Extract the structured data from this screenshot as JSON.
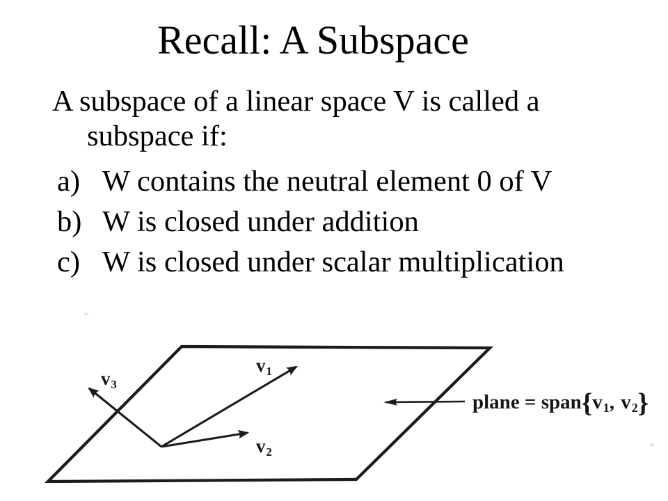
{
  "slide": {
    "title": "Recall: A Subspace",
    "body": {
      "intro_line1": "A subspace of a linear space V is called a",
      "intro_line2": "subspace if:",
      "items": [
        {
          "marker": "a)",
          "text": "W contains the neutral element 0 of V"
        },
        {
          "marker": "b)",
          "text": "W is closed under addition"
        },
        {
          "marker": "c)",
          "text": "W is closed under scalar multiplication"
        }
      ]
    },
    "figure": {
      "vectors": [
        {
          "base": "v",
          "sub": "1"
        },
        {
          "base": "v",
          "sub": "2"
        },
        {
          "base": "v",
          "sub": "3"
        }
      ],
      "plane_label": {
        "prefix": "plane = span",
        "open_brace": "{",
        "v1": {
          "base": "v",
          "sub": "1"
        },
        "separator": ", ",
        "v2": {
          "base": "v",
          "sub": "2"
        },
        "close_brace": "}"
      },
      "ink_color": "#1c1c1c",
      "background_color": "#ffffff"
    }
  }
}
